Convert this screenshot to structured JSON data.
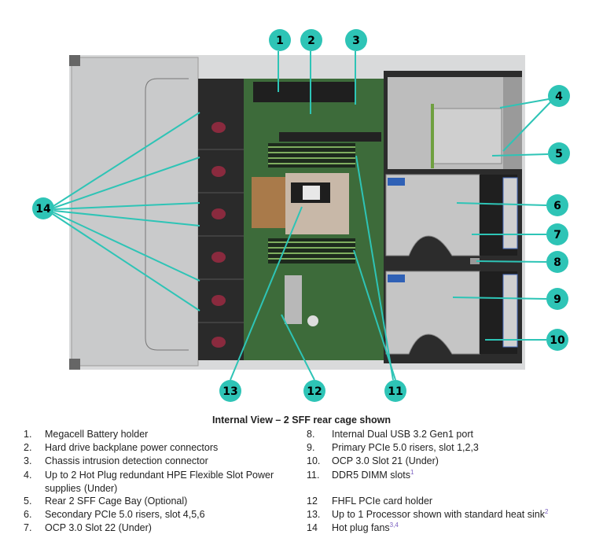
{
  "figure": {
    "caption": "Internal View – 2 SFF rear cage shown",
    "callout_color": "#2ec4b6",
    "callouts": [
      "1",
      "2",
      "3",
      "4",
      "5",
      "6",
      "7",
      "8",
      "9",
      "10",
      "11",
      "12",
      "13",
      "14"
    ]
  },
  "legend": [
    {
      "num": "1.",
      "text": "Megacell Battery holder",
      "sup": ""
    },
    {
      "num": "2.",
      "text": "Hard drive backplane power connectors",
      "sup": ""
    },
    {
      "num": "3.",
      "text": "Chassis intrusion detection connector",
      "sup": ""
    },
    {
      "num": "4.",
      "text": "Up to 2 Hot Plug redundant HPE Flexible Slot Power supplies",
      "text2": "(Under)",
      "sup": ""
    },
    {
      "num": "5.",
      "text": "Rear 2 SFF Cage Bay (Optional)",
      "sup": ""
    },
    {
      "num": "6.",
      "text": "Secondary PCIe 5.0 risers, slot 4,5,6",
      "sup": ""
    },
    {
      "num": "7.",
      "text": "OCP 3.0 Slot 22 (Under)",
      "sup": ""
    },
    {
      "num": "8.",
      "text": "Internal Dual USB 3.2 Gen1 port",
      "sup": ""
    },
    {
      "num": "9.",
      "text": "Primary PCIe 5.0 risers, slot 1,2,3",
      "sup": ""
    },
    {
      "num": "10.",
      "text": "OCP 3.0 Slot 21 (Under)",
      "sup": ""
    },
    {
      "num": "11.",
      "text": "DDR5 DIMM slots",
      "sup": "1"
    },
    {
      "num": "12",
      "text": "FHFL PCIe card holder",
      "sup": ""
    },
    {
      "num": "13.",
      "text": "Up to 1 Processor shown with standard heat sink",
      "sup": "2"
    },
    {
      "num": "14",
      "text": "Hot plug fans",
      "sup": "3,4"
    }
  ]
}
